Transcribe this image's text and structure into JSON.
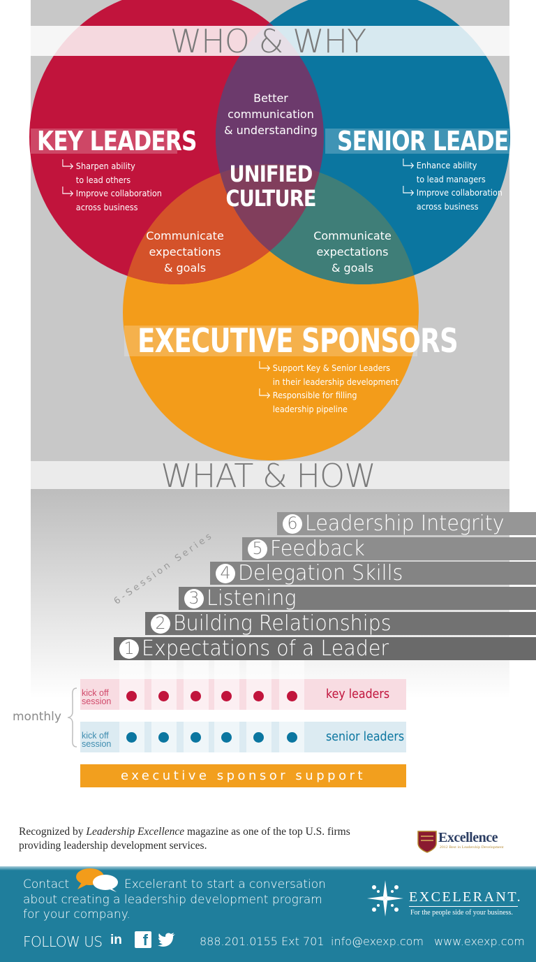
{
  "who_why": {
    "title": "WHO & WHY",
    "key_leaders": {
      "label": "KEY LEADERS",
      "bullets": [
        "Sharpen ability",
        "to lead others",
        "Improve collaboration",
        "across business"
      ]
    },
    "senior_leaders": {
      "label": "SENIOR LEADERS",
      "bullets": [
        "Enhance ability",
        "to lead managers",
        "Improve collaboration",
        "across business"
      ]
    },
    "executive_sponsors": {
      "label": "EXECUTIVE SPONSORS",
      "bullets": [
        "Support Key & Senior Leaders",
        "in their leadership development",
        "Responsible for filling",
        "leadership pipeline"
      ]
    },
    "overlap_top": [
      "Better",
      "communication",
      "& understanding"
    ],
    "overlap_left": [
      "Communicate",
      "expectations",
      "& goals"
    ],
    "overlap_right": [
      "Communicate",
      "expectations",
      "& goals"
    ],
    "center": [
      "UNIFIED",
      "CULTURE"
    ],
    "colors": {
      "key_leaders": "#c1143c",
      "senior_leaders": "#0b76a0",
      "executive_sponsors": "#f39c1a"
    }
  },
  "what_how": {
    "title": "WHAT & HOW",
    "series_label": "6-Session Series",
    "sessions": [
      {
        "num": "6",
        "label": "Leadership Integrity"
      },
      {
        "num": "5",
        "label": "Feedback"
      },
      {
        "num": "4",
        "label": "Delegation Skills"
      },
      {
        "num": "3",
        "label": "Listening"
      },
      {
        "num": "2",
        "label": "Building Relationships"
      },
      {
        "num": "1",
        "label": "Expectations of a Leader"
      }
    ],
    "monthly": "monthly",
    "key_row": {
      "kick": [
        "kick off",
        "session"
      ],
      "label": "key leaders"
    },
    "senior_row": {
      "kick": [
        "kick off",
        "session"
      ],
      "label": "senior leaders"
    },
    "exec_support": "executive sponsor support"
  },
  "recognition": {
    "prefix": "Recognized by ",
    "magazine": "Leadership Excellence",
    "suffix": " magazine as one of the top U.S. firms",
    "line2": "providing leadership development services.",
    "award_title": "Excellence",
    "award_sub": "2012 Best in Leadership Development"
  },
  "footer": {
    "contact": [
      "Contact",
      "Excelerant to start a conversation",
      "about creating a leadership development program",
      "for your company."
    ],
    "follow": "FOLLOW US",
    "phone": "888.201.0155 Ext 701",
    "email": "info@exexp.com",
    "website": "www.exexp.com",
    "brand": "EXCELERANT.",
    "tagline": "For the people side of your business.",
    "icons": [
      "linkedin-icon",
      "facebook-icon",
      "twitter-icon",
      "chat-bubble-icon"
    ]
  }
}
